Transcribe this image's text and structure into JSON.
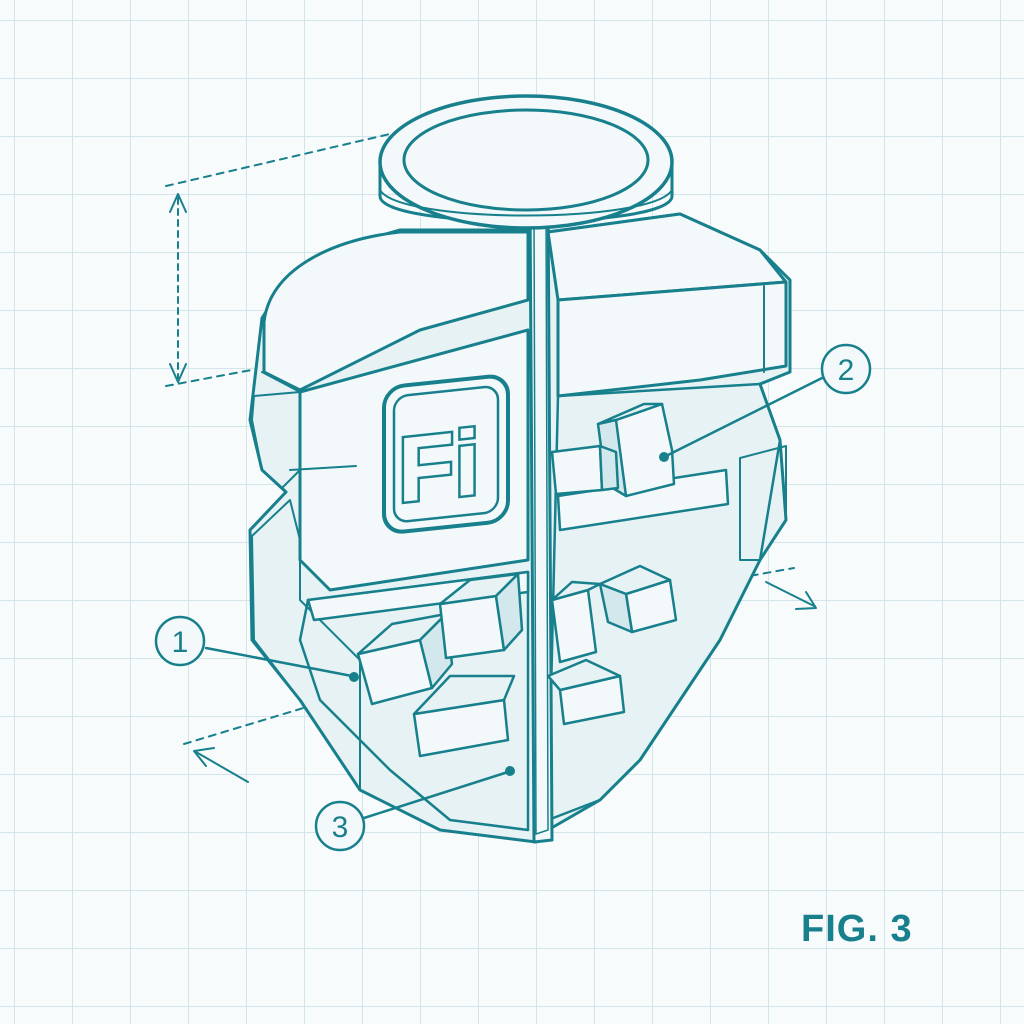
{
  "figure": {
    "label": "FIG. 3",
    "logo_text": "Fi",
    "callouts": [
      {
        "id": "1",
        "text": "1"
      },
      {
        "id": "2",
        "text": "2"
      },
      {
        "id": "3",
        "text": "3"
      }
    ],
    "colors": {
      "ink": "#17808c",
      "paper": "#f7fbfc",
      "grid": "#d3e5ea"
    }
  }
}
